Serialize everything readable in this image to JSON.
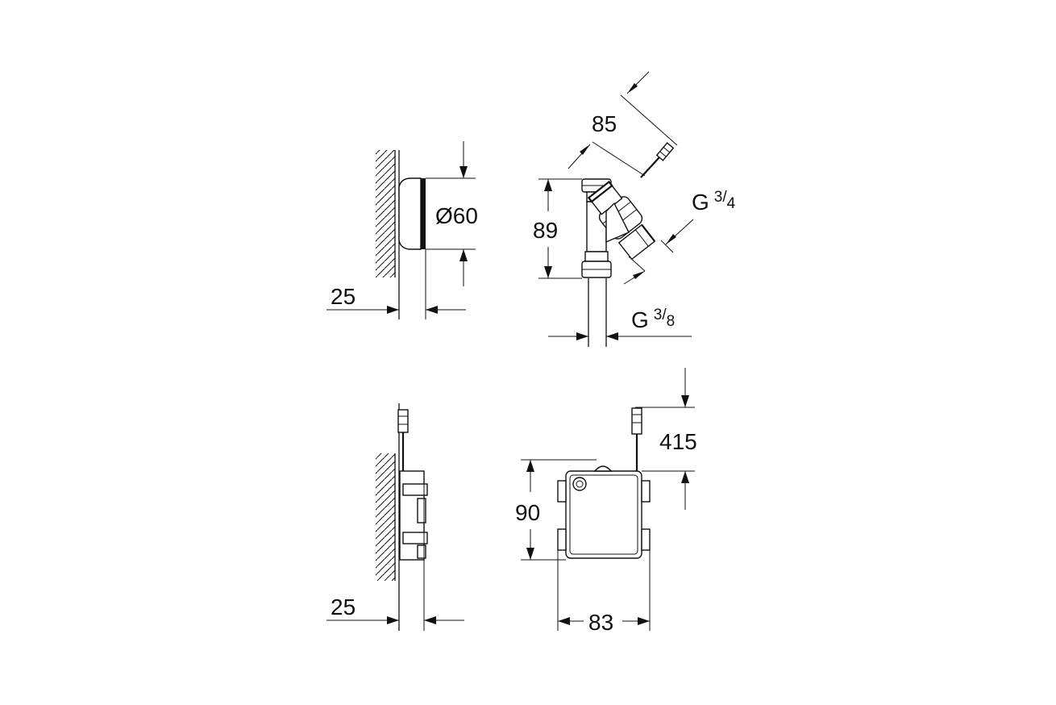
{
  "views": {
    "wall_rosette_side": {
      "depth_label": "25",
      "diameter_label": "Ø60"
    },
    "valve_front": {
      "length_label": "85",
      "height_label": "89",
      "inlet_thread": {
        "prefix": "G",
        "numerator": "3",
        "denominator": "4"
      },
      "outlet_thread": {
        "prefix": "G",
        "numerator": "3",
        "denominator": "8"
      }
    },
    "control_box_side": {
      "depth_label": "25"
    },
    "control_box_front": {
      "cable_label": "415",
      "height_label": "90",
      "width_label": "83"
    }
  },
  "colors": {
    "line": "#111111",
    "background": "#ffffff"
  }
}
